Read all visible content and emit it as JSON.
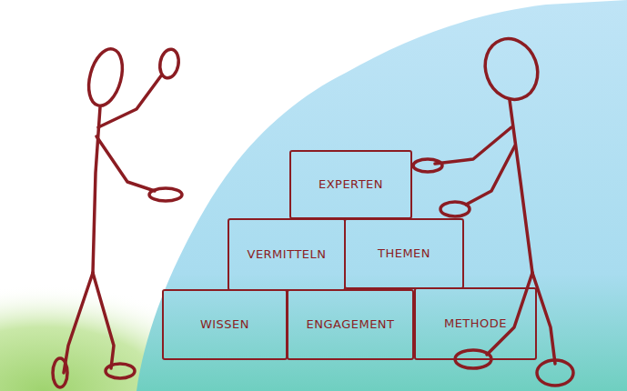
{
  "diagram": {
    "nodes": [
      {
        "text": [
          "EXPERTEN"
        ]
      },
      {
        "text": [
          "VERMITTELN"
        ]
      },
      {
        "text": [
          "THEMEN"
        ]
      },
      {
        "text": [
          "WISSEN"
        ]
      },
      {
        "text": [
          "ENGAGEMENT"
        ]
      },
      {
        "text": [
          "METHODE"
        ]
      }
    ]
  }
}
